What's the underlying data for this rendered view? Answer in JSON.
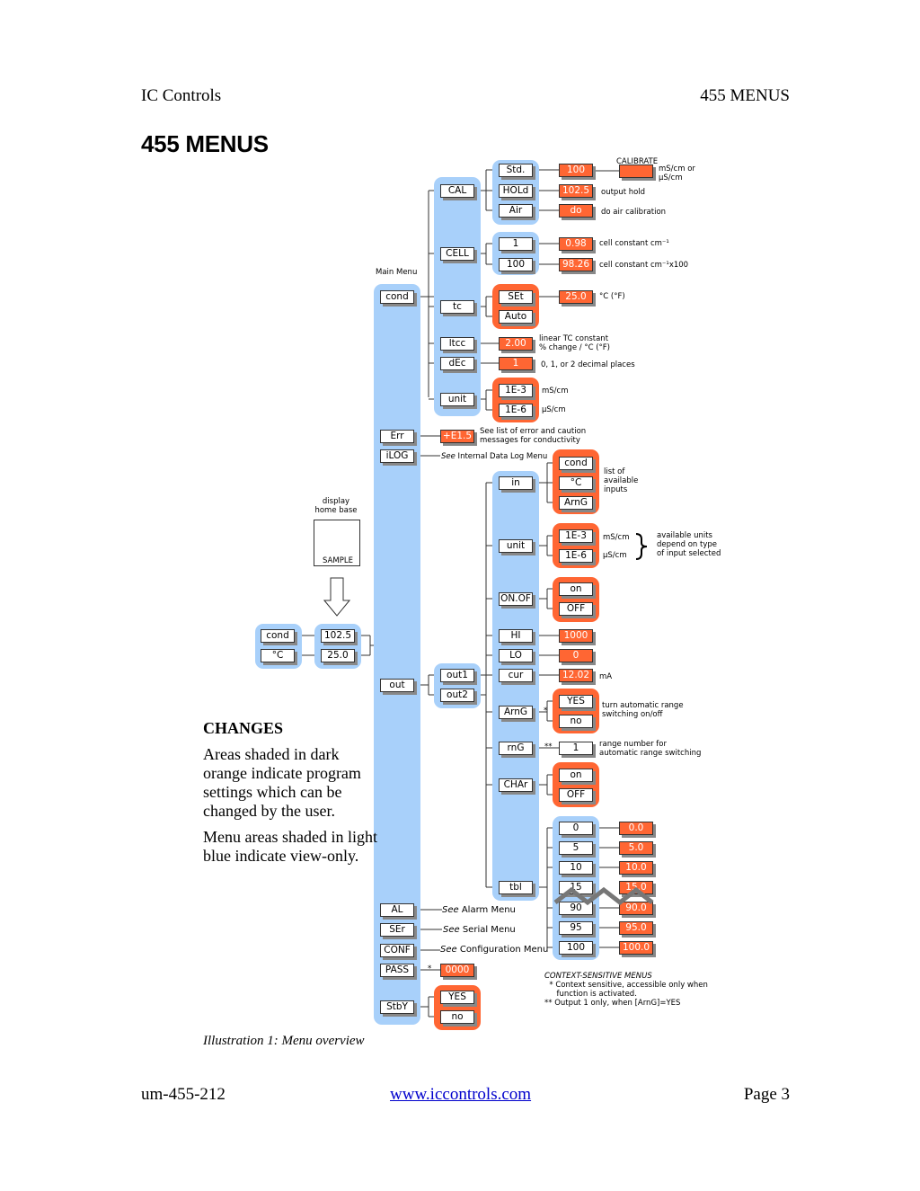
{
  "header": {
    "left": "IC Controls",
    "right": "455 MENUS"
  },
  "title": "455 MENUS",
  "colors": {
    "light_blue": "#a8d0fa",
    "dark_orange": "#ff6633"
  },
  "diagram": {
    "main_menu_label": "Main Menu",
    "display_home_base": "display\nhome base",
    "sample": "SAMPLE",
    "home": {
      "cond": "cond",
      "degc": "°C",
      "val1": "102.5",
      "val2": "25.0"
    },
    "main": [
      "cond",
      "Err",
      "iLOG",
      "out",
      "AL",
      "SEr",
      "CONF",
      "PASS",
      "StbY"
    ],
    "cond_sub": [
      "CAL",
      "CELL",
      "tc",
      "ltcc",
      "dEc",
      "unit"
    ],
    "cal": {
      "items": [
        "Std.",
        "HOLd",
        "Air"
      ],
      "values": [
        "100",
        "102.5",
        "do"
      ],
      "calibrate": "CALIBRATE",
      "units": "mS/cm or\nμS/cm",
      "hold": "output hold",
      "air": "do air calibration"
    },
    "cell": {
      "items": [
        "1",
        "100"
      ],
      "values": [
        "0.98",
        "98.26"
      ],
      "d1": "cell constant cm⁻¹",
      "d2": "cell constant cm⁻¹x100"
    },
    "tc": {
      "items": [
        "SEt",
        "Auto"
      ],
      "value": "25.0",
      "desc": "°C (°F)"
    },
    "ltcc": {
      "value": "2.00",
      "desc": "linear TC constant\n% change / °C (°F)"
    },
    "dec": {
      "value": "1",
      "desc": "0, 1, or 2 decimal places"
    },
    "unit": {
      "items": [
        "1E-3",
        "1E-6"
      ],
      "d1": "mS/cm",
      "d2": "μS/cm"
    },
    "err": {
      "value": "+E1.5",
      "desc": "See list of error and caution\nmessages for conductivity"
    },
    "ilog": {
      "see": "See",
      "desc": " Internal Data Log Menu"
    },
    "out_sub": [
      "out1",
      "out2"
    ],
    "out1_sub": [
      "in",
      "unit",
      "ON.OF",
      "HI",
      "LO",
      "cur",
      "ArnG",
      "rnG",
      "CHAr",
      "tbl"
    ],
    "in_items": [
      "cond",
      "°C",
      "ArnG"
    ],
    "in_desc": "list of\navailable\ninputs",
    "ounit_items": [
      "1E-3",
      "1E-6"
    ],
    "ounit_d1": "mS/cm",
    "ounit_d2": "μS/cm",
    "ounit_desc": "available units\ndepend on type\nof input selected",
    "onof_items": [
      "on",
      "OFF"
    ],
    "hi": "1000",
    "lo": "0",
    "cur": "12.02",
    "ma": "mA",
    "arng_items": [
      "YES",
      "no"
    ],
    "arng_desc": "turn automatic range\nswitching on/off",
    "star1": "*",
    "rng": "1",
    "rng_desc": "range number for\nautomatic range switching",
    "star2": "**",
    "char_items": [
      "on",
      "OFF"
    ],
    "tbl_left": [
      "0",
      "5",
      "10",
      "15",
      "90",
      "95",
      "100"
    ],
    "tbl_right": [
      "0.0",
      "5.0",
      "10.0",
      "15.0",
      "90.0",
      "95.0",
      "100.0"
    ],
    "al": {
      "see": "See",
      "desc": " Alarm Menu"
    },
    "ser": {
      "see": "See",
      "desc": " Serial Menu"
    },
    "conf": {
      "see": "See",
      "desc": " Configuration Menu"
    },
    "pass": {
      "value": "0000",
      "star": "*"
    },
    "stby_items": [
      "YES",
      "no"
    ],
    "context": {
      "title": "CONTEXT-SENSITIVE MENUS",
      "l1": "  * Context sensitive, accessible only when",
      "l2": "     function is activated.",
      "l3": "** Output 1 only, when [ArnG]=YES"
    }
  },
  "changes": {
    "title": "CHANGES",
    "p1": "Areas shaded in dark orange indicate program settings which can be changed by the user.",
    "p2": "Menu areas shaded in light blue indicate view-only."
  },
  "caption": "Illustration 1:  Menu overview",
  "footer": {
    "left": "um-455-212",
    "link": "www.iccontrols.com",
    "right": "Page 3"
  }
}
